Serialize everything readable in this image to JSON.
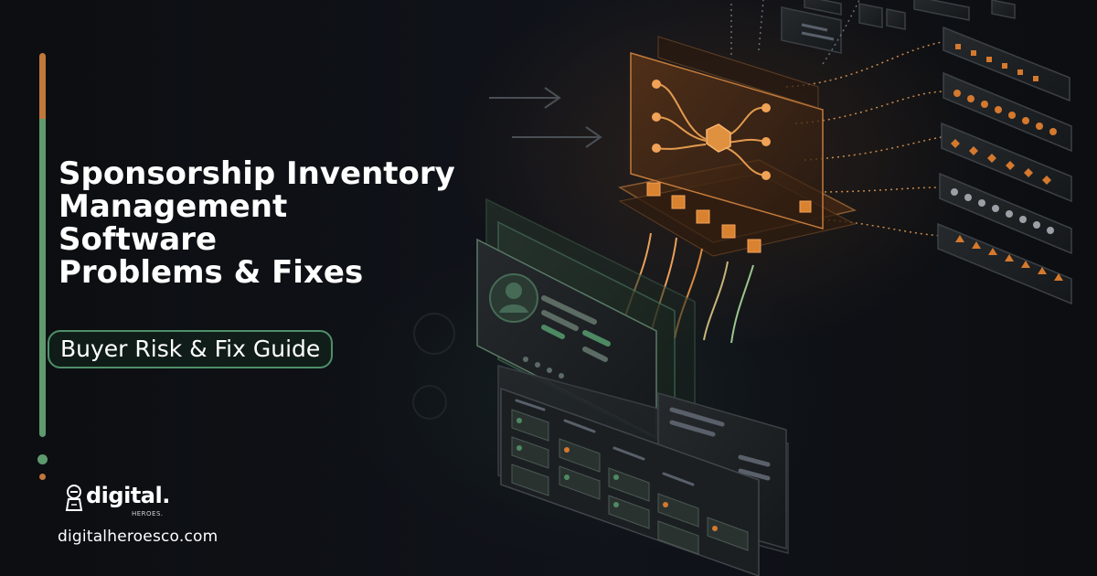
{
  "title_lines": [
    "Sponsorship Inventory",
    "Management",
    "Software",
    "Problems & Fixes"
  ],
  "subtitle": "Buyer Risk & Fix Guide",
  "brand": {
    "logo_word": "digital.",
    "logo_sub": "HEROES.",
    "website": "digitalheroesco.com",
    "logo_icon": "astronaut-icon"
  },
  "colors": {
    "background": "#0d0f12",
    "accent_orange": "#c0773b",
    "accent_green": "#5f9a6f",
    "pill_border": "#4f8f6a",
    "text": "#ffffff"
  }
}
